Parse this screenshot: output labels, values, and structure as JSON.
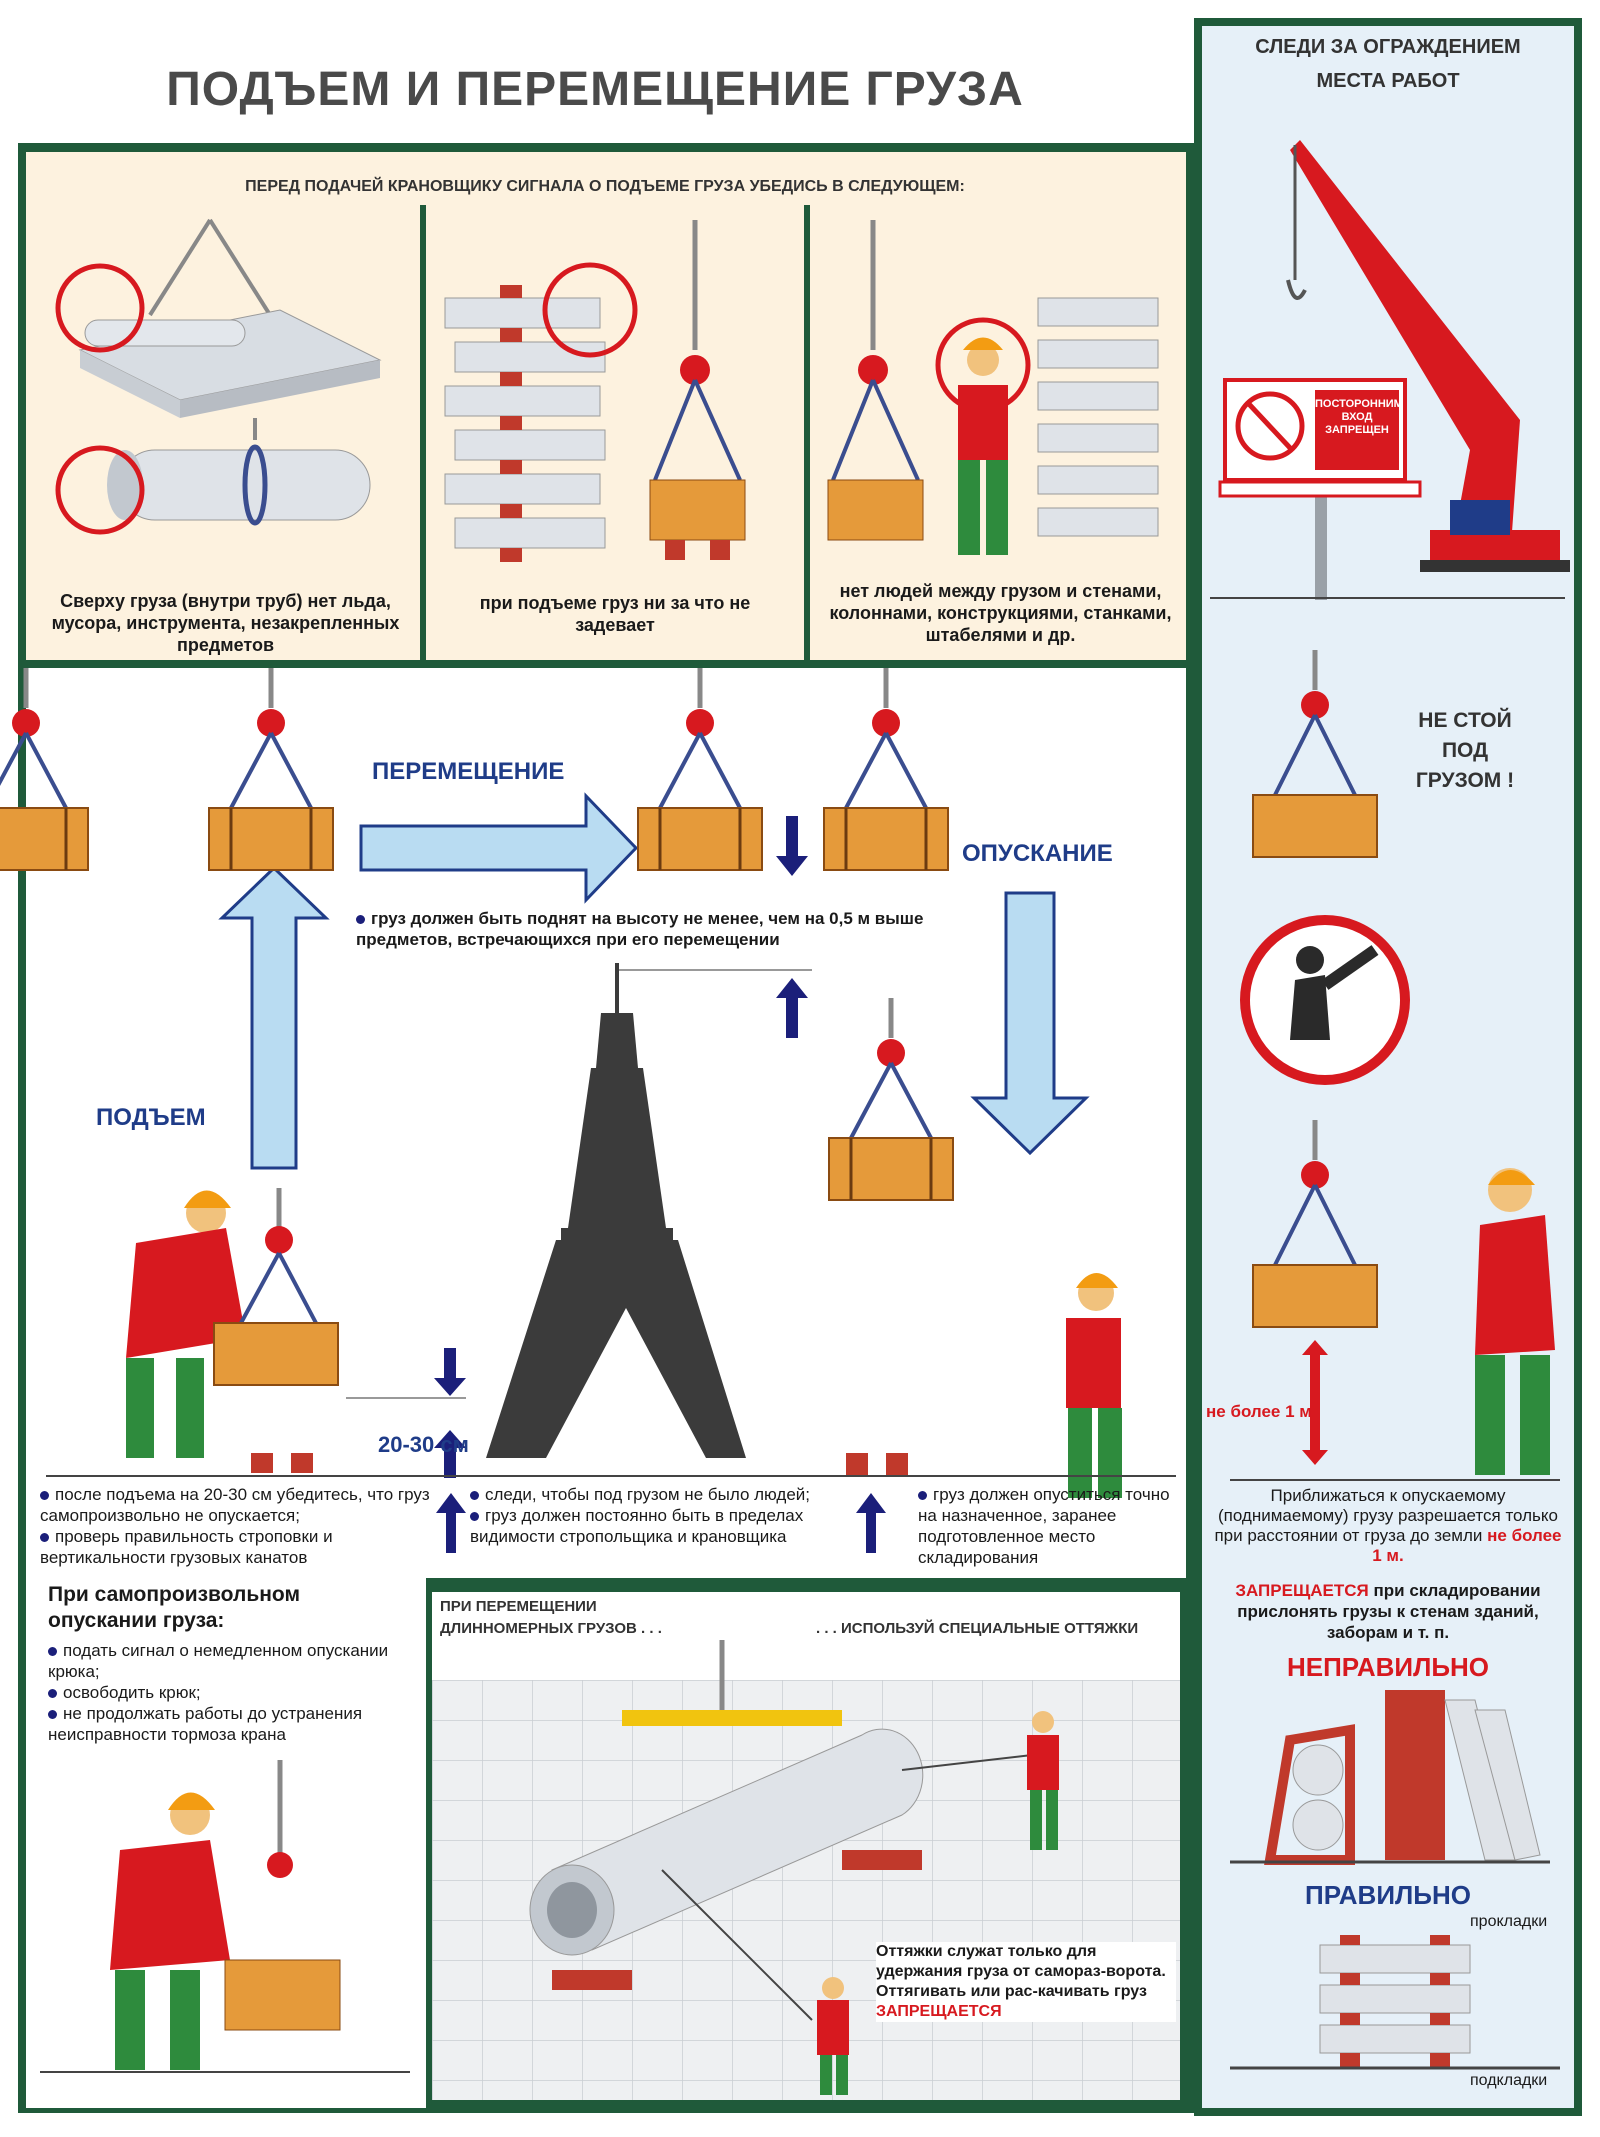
{
  "title": "ПОДЪЕМ И ПЕРЕМЕЩЕНИЕ ГРУЗА",
  "check": {
    "heading": "ПЕРЕД ПОДАЧЕЙ КРАНОВЩИКУ СИГНАЛА О ПОДЪЕМЕ ГРУЗА УБЕДИСЬ В СЛЕДУЮЩЕМ:",
    "captions": [
      "Сверху груза (внутри труб) нет льда, мусора, инструмента, незакрепленных предметов",
      "при подъеме груз ни за что не задевает",
      "нет людей между грузом и стенами, колоннами, конструкциями, станками, штабелями и др."
    ]
  },
  "fence": {
    "heading": "СЛЕДИ ЗА ОГРАЖДЕНИЕМ МЕСТА РАБОТ",
    "sign_text": "ПОСТОРОННИМ ВХОД ЗАПРЕЩЕН"
  },
  "labels": {
    "move": "ПЕРЕМЕЩЕНИЕ",
    "lower": "ОПУСКАНИЕ",
    "lift": "ПОДЪЕМ",
    "height_note": "груз должен быть поднят на высоту не менее, чем на 0,5 м выше предметов, встречающихся при его перемещении",
    "distance": "20-30 см",
    "dont_stand": "НЕ СТОЙ ПОД ГРУЗОМ !",
    "max_1m": "не более 1 м"
  },
  "notes": {
    "after_lift": [
      "после подъема на 20-30 см убедитесь, что груз самопроизвольно не опускается;",
      "проверь правильность строповки и вертикальности грузовых канатов"
    ],
    "watch": [
      "следи, чтобы под грузом не было людей;",
      "груз должен постоянно быть в пределах видимости стропольщика и крановщика"
    ],
    "lower_to": "груз должен опуститься точно на назначенное, заранее подготовленное место складирования",
    "approach_pre": "Приближаться к опускаемому (поднимаемому) грузу разрешается только при расстоянии от груза до земли",
    "approach_red": "не более 1 м."
  },
  "spontaneous": {
    "heading": "При самопроизвольном опускании груза:",
    "items": [
      "подать сигнал о немедленном опускании крюка;",
      "освободить крюк;",
      "не продолжать работы до устранения неисправности тормоза крана"
    ]
  },
  "long_loads": {
    "left": "ПРИ ПЕРЕМЕЩЕНИИ ДЛИННОМЕРНЫХ ГРУЗОВ . . .",
    "right": ". . . ИСПОЛЬЗУЙ СПЕЦИАЛЬНЫЕ ОТТЯЖКИ",
    "note_pre": "Оттяжки служат только для удержания груза от самораз-ворота. Оттягивать или рас-качивать груз",
    "note_red": "ЗАПРЕЩАЕТСЯ"
  },
  "storage": {
    "forbid_red": "ЗАПРЕЩАЕТСЯ",
    "forbid_rest": "при складировании прислонять грузы к стенам зданий, заборам и т. п.",
    "wrong": "НЕПРАВИЛЬНО",
    "right": "ПРАВИЛЬНО",
    "pad_top": "прокладки",
    "pad_bottom": "подкладки"
  },
  "colors": {
    "frame": "#1f5a3a",
    "arrow_fill": "#b9dcf2",
    "arrow_stroke": "#1f3c88",
    "accent_red": "#d7191f",
    "heading_blue": "#1f3c88",
    "wood": "#e59a3a"
  }
}
